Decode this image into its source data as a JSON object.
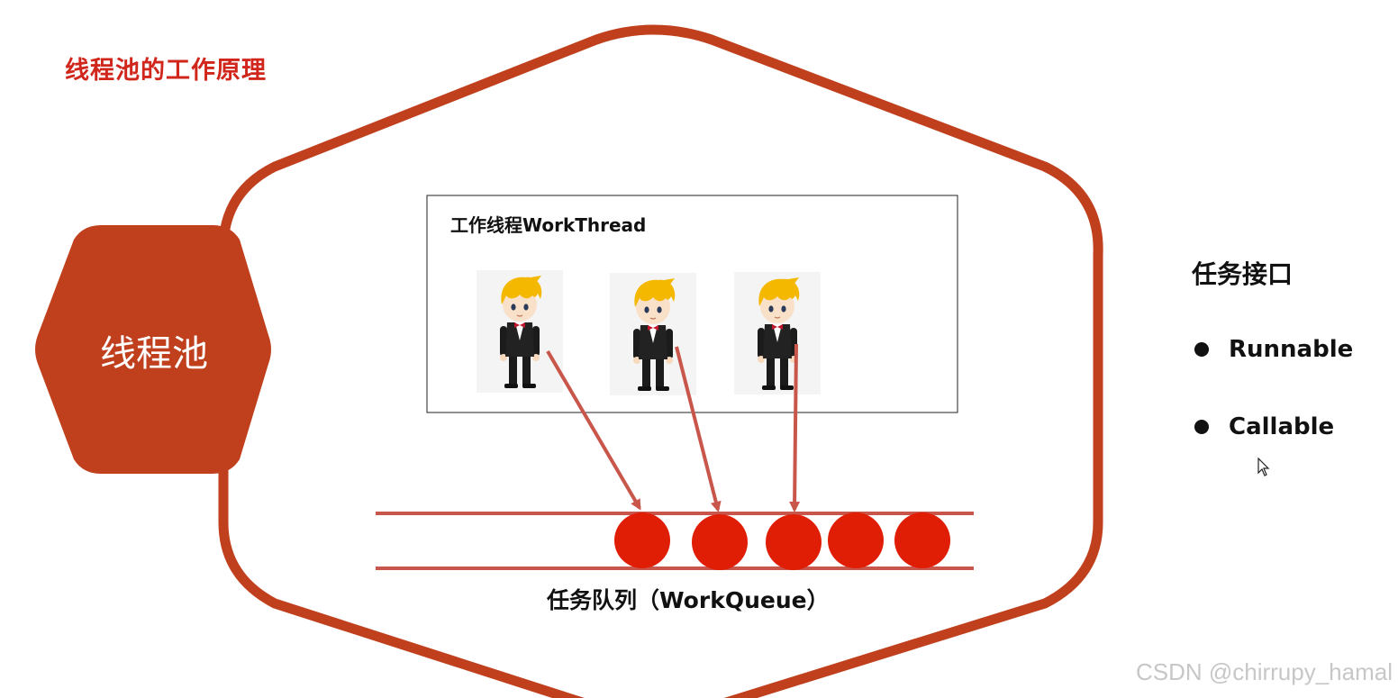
{
  "title": "线程池的工作原理",
  "pool": {
    "label": "线程池",
    "color": "#c0401e"
  },
  "work_thread_box": {
    "title": "工作线程WorkThread",
    "worker_count": 3
  },
  "work_queue": {
    "label": "任务队列（WorkQueue）",
    "task_count": 5,
    "task_color": "#e01e06"
  },
  "task_interface": {
    "title": "任务接口",
    "items": [
      {
        "label": "Runnable"
      },
      {
        "label": "Callable"
      }
    ]
  },
  "watermark": "CSDN @chirrupy_hamal",
  "colors": {
    "title": "#d0261b",
    "outline": "#c0401e",
    "arrow": "#c8564a"
  }
}
